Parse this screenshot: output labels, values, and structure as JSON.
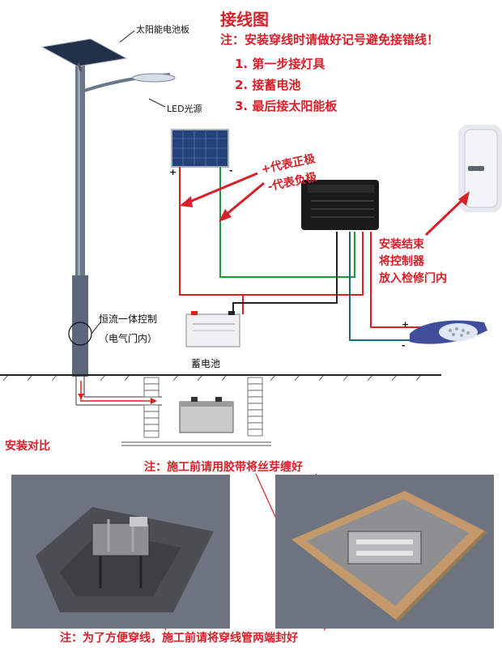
{
  "title": "接线图",
  "note": "注：安装穿线时请做好记号避免接错线！",
  "steps": [
    "1. 第一步接灯具",
    "2. 接蓄电池",
    "3. 最后接太阳能板"
  ],
  "labels": {
    "solar_panel": "太阳能电池板",
    "led_source": "LED光源",
    "controller_box": "恒流一体控制",
    "controller_location": "（电气门内）",
    "battery": "蓄电池"
  },
  "polarity": {
    "positive": "+代表正极",
    "negative": "-代表负极",
    "plus_sign": "+",
    "minus_sign": "-"
  },
  "end_note": [
    "安装结束",
    "将控制器",
    "放入检修门内"
  ],
  "comparison": "安装对比",
  "photo_notes": {
    "top": "注：施工前请用胶带将丝芽缠好",
    "bottom": "注：为了方便穿线，施工前请将穿线管两端封好"
  },
  "colors": {
    "accent_red": "#d8202a",
    "wire_red": "#e02020",
    "wire_green": "#1e9a3c",
    "wire_teal": "#1e6a74",
    "wire_black": "#222222",
    "pole": "#5f6c80"
  }
}
